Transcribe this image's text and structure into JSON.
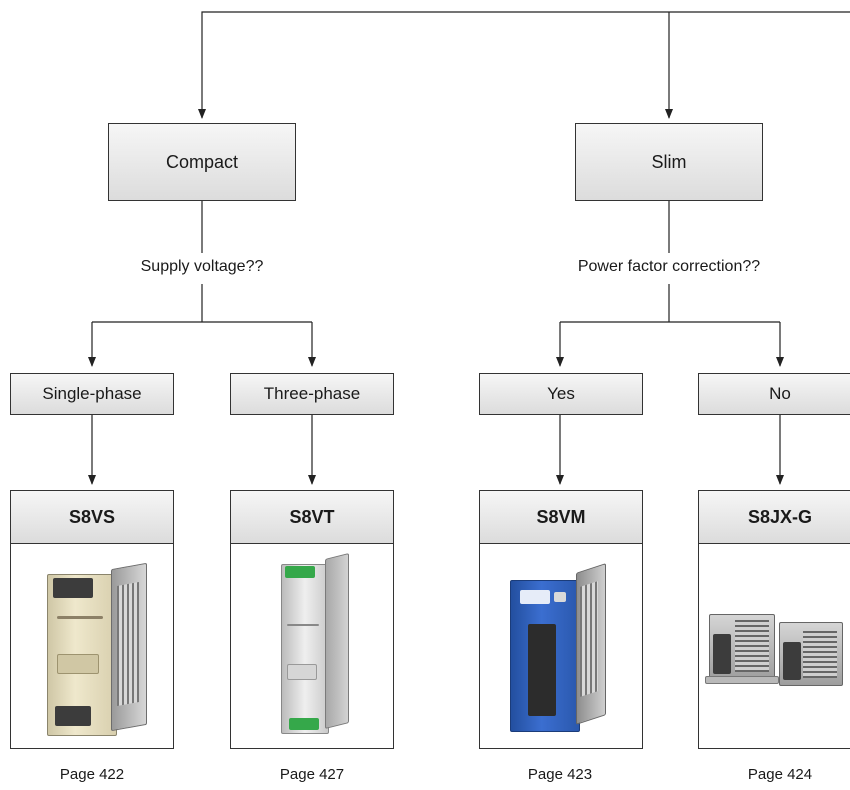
{
  "level1": {
    "left_label": "Compact",
    "right_label": "Slim"
  },
  "questions": {
    "left": "Supply voltage??",
    "right": "Power factor correction??"
  },
  "options": [
    {
      "label": "Single-phase"
    },
    {
      "label": "Three-phase"
    },
    {
      "label": "Yes"
    },
    {
      "label": "No"
    }
  ],
  "products": [
    {
      "model": "S8VS",
      "page": "Page 422",
      "image": "s8vs-power-supply-icon"
    },
    {
      "model": "S8VT",
      "page": "Page 427",
      "image": "s8vt-power-supply-icon"
    },
    {
      "model": "S8VM",
      "page": "Page 423",
      "image": "s8vm-power-supply-icon"
    },
    {
      "model": "S8JX-G",
      "page": "Page 424",
      "image": "s8jx-g-power-supply-icon"
    }
  ],
  "colors": {
    "box_fill_top": "#f6f6f6",
    "box_fill_bottom": "#dcdcdc",
    "line": "#222222",
    "s8vm_blue": "#2f5fb8"
  }
}
